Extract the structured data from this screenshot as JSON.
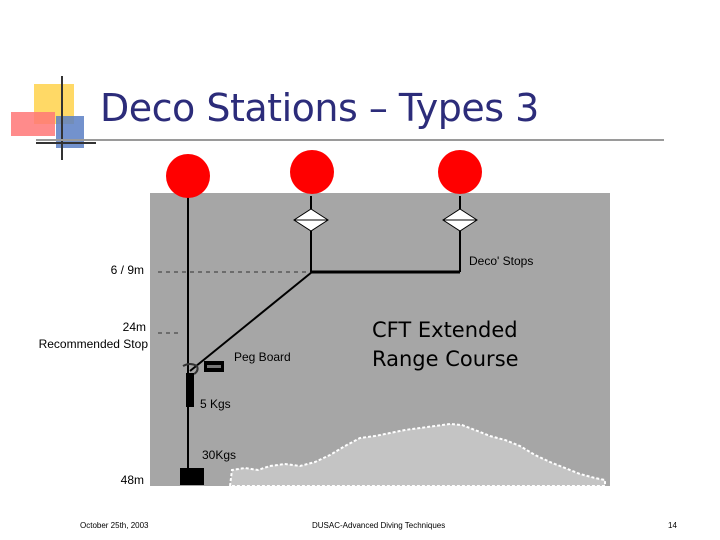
{
  "slide": {
    "title": "Deco Stations – Types 3"
  },
  "diagram": {
    "labels": {
      "depth_6_9m": "6 / 9m",
      "depth_24m_line1": "24m",
      "depth_24m_line2": "Recommended Stop",
      "depth_48m": "48m",
      "deco_stops": "Deco' Stops",
      "peg_board": "Peg Board",
      "weight_5kg": "5 Kgs",
      "weight_30kg": "30Kgs",
      "cft_line1": "CFT Extended",
      "cft_line2": "Range Course"
    },
    "colors": {
      "water": "#a6a6a6",
      "buoy": "#ff0000",
      "seabed": "#bfbfbf",
      "title": "#2c2c7a"
    }
  },
  "footer": {
    "date": "October 25th, 2003",
    "course": "DUSAC-Advanced Diving Techniques",
    "page": "14"
  }
}
